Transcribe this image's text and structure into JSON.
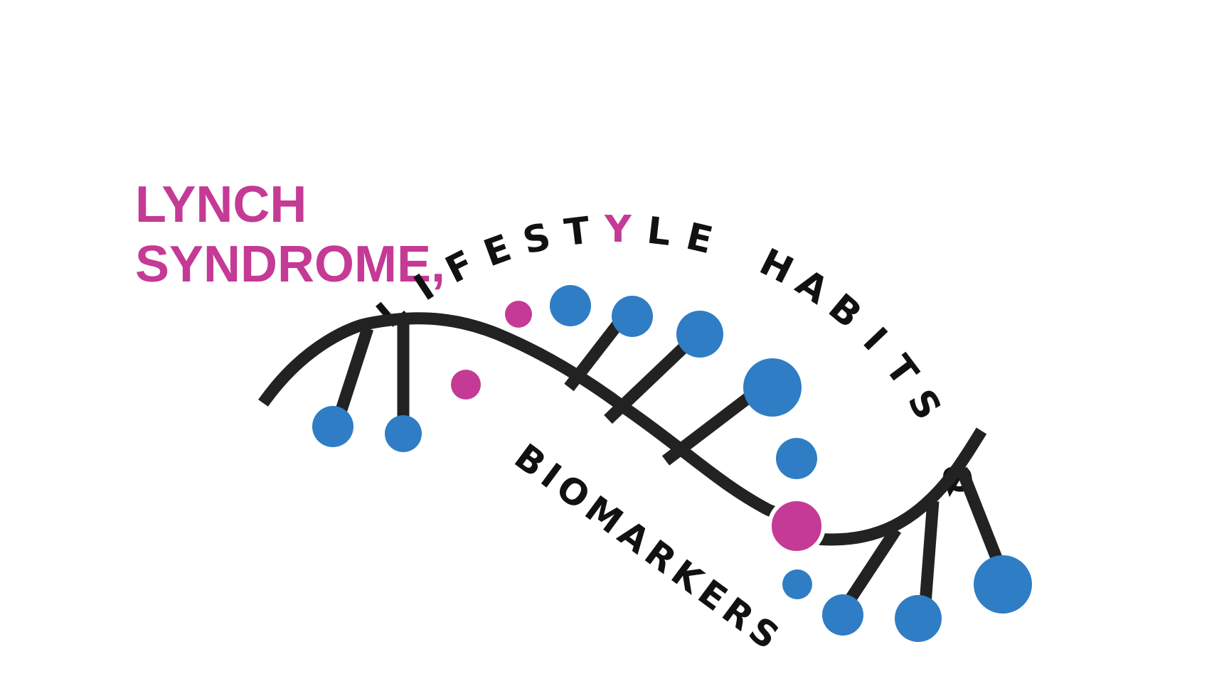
{
  "title": {
    "line1": "LYNCH",
    "line2": "SYNDROME,",
    "arc_text": "LIFESTYLE HABITS &",
    "bottom_text": "BIOMARKERS"
  },
  "colors": {
    "magenta": "#c43a95",
    "blue": "#2f7dc4",
    "dark": "#222222",
    "background": "#ffffff"
  },
  "arc_highlight_letters": [
    6,
    16
  ]
}
